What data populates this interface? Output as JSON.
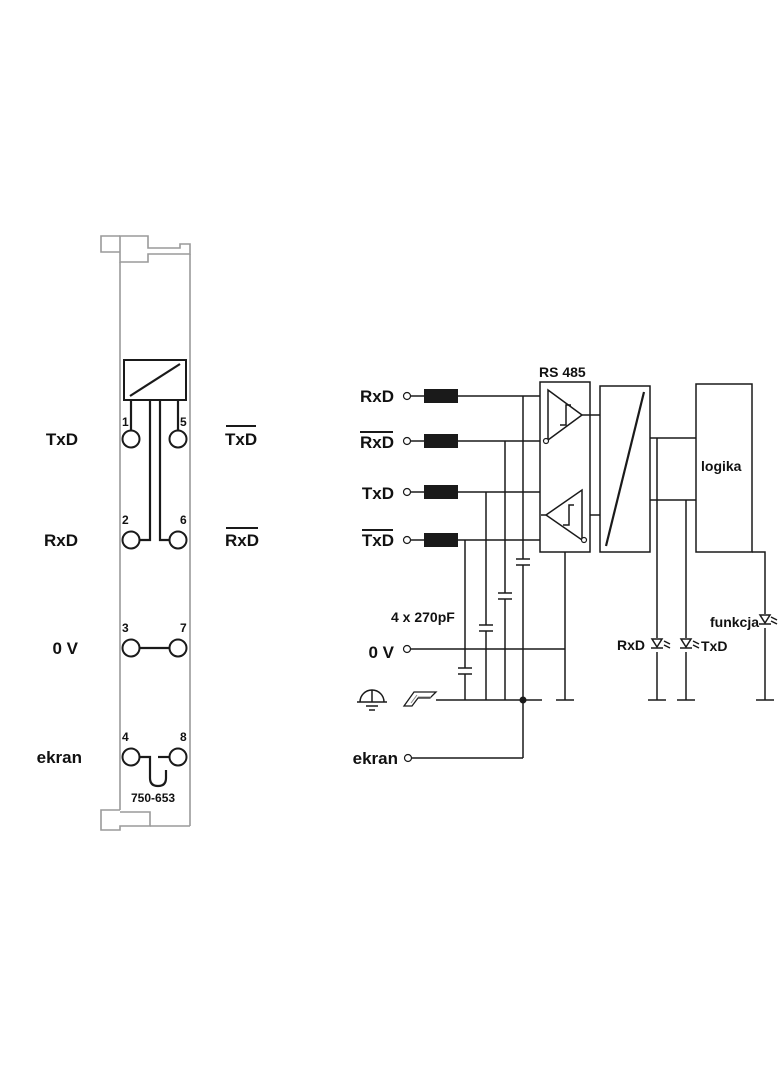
{
  "module": {
    "left_labels": [
      "TxD",
      "RxD",
      "0 V",
      "ekran"
    ],
    "right_labels": [
      "TxD",
      "RxD"
    ],
    "pin_numbers": [
      "1",
      "5",
      "2",
      "6",
      "3",
      "7",
      "4",
      "8"
    ],
    "part_number": "750-653"
  },
  "schematic": {
    "inputs": [
      "RxD",
      "RxD",
      "TxD",
      "TxD",
      "0 V",
      "ekran"
    ],
    "rs485_label": "RS 485",
    "logic_label": "logika",
    "capacitor_label": "4 x 270pF",
    "leds": [
      "RxD",
      "TxD",
      "funkcja"
    ]
  }
}
